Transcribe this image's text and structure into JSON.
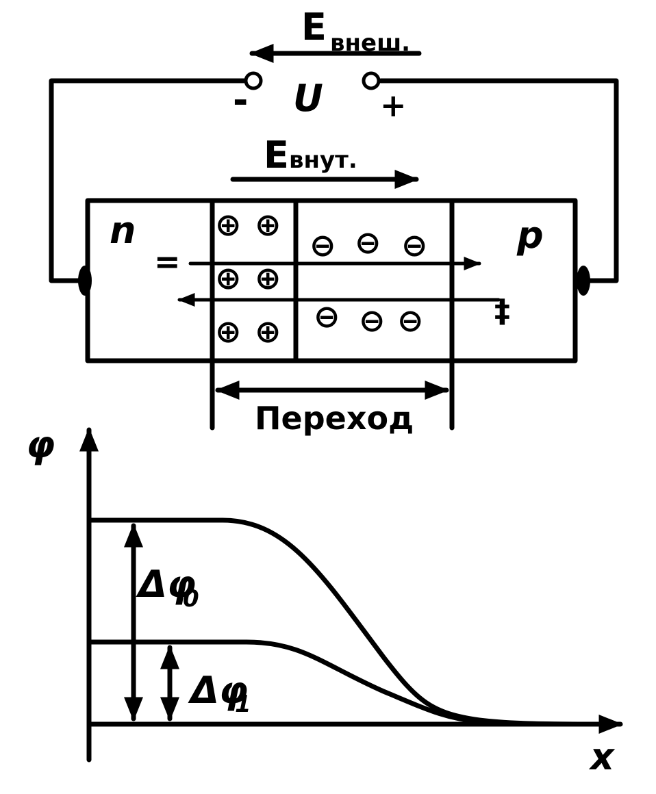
{
  "labels": {
    "e_ext_main": "E",
    "e_ext_sub": "внеш.",
    "e_int_main": "E",
    "e_int_sub": "внут.",
    "voltage": "U",
    "minus": "-",
    "plus": "+",
    "n_region": "n",
    "p_region": "p",
    "electron_mark": "=",
    "hole_mark": "‡",
    "junction": "Переход",
    "phi_axis": "φ",
    "x_axis": "x",
    "dphi0_main": "Δφ",
    "dphi0_sub": "0",
    "dphi1_main": "Δφ",
    "dphi1_sub": "1"
  },
  "charges": {
    "positive_symbol": "⊕",
    "negative_symbol": "⊖",
    "positive_ion_count": 6,
    "negative_ion_count": 6
  },
  "colors": {
    "ink": "#000000",
    "background": "#ffffff"
  }
}
